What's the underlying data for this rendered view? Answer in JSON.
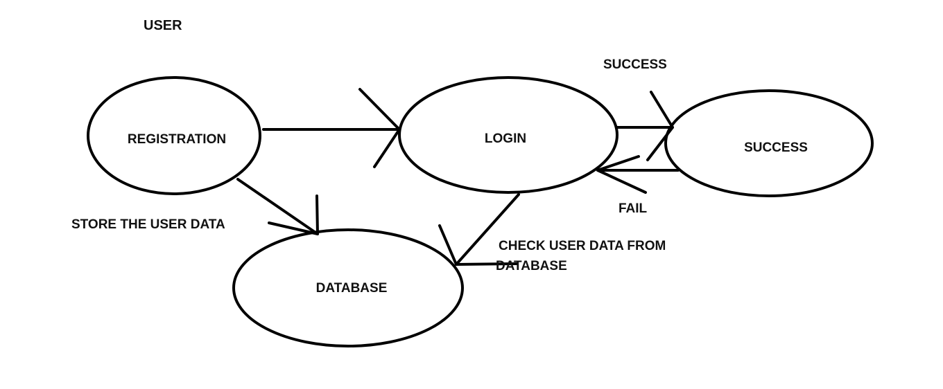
{
  "diagram": {
    "title": "USER",
    "colors": {
      "title": "#e8202a",
      "stroke": "#000000",
      "text": "#111111",
      "background": "#ffffff"
    },
    "nodes": {
      "registration": "REGISTRATION",
      "login": "LOGIN",
      "success": "SUCCESS",
      "database": "DATABASE"
    },
    "edges": {
      "registration_to_login": "",
      "registration_to_database": "STORE THE USER DATA",
      "login_to_success": "SUCCESS",
      "success_to_login": "FAIL",
      "login_to_database": [
        "CHECK USER DATA FROM",
        "DATABASE"
      ]
    }
  }
}
